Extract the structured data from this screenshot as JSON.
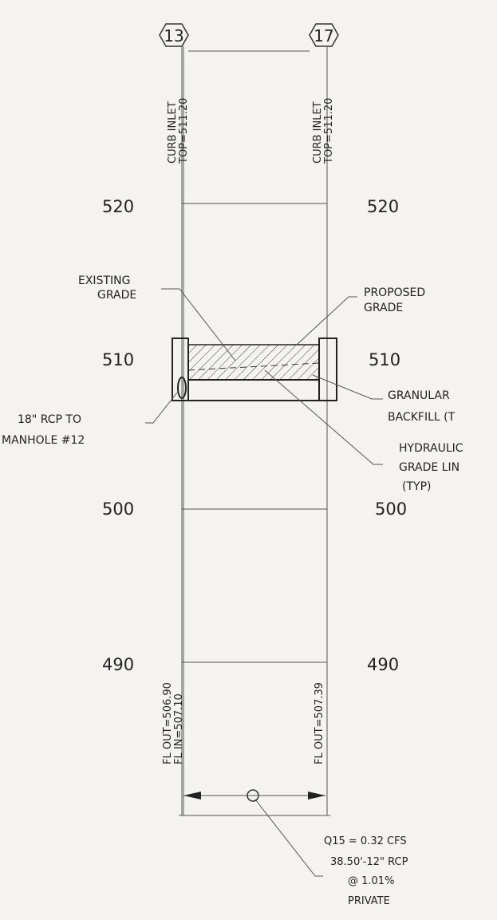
{
  "structures": [
    {
      "id": "13",
      "type_label": "CURB INLET",
      "top_label": "TOP=511.20"
    },
    {
      "id": "17",
      "type_label": "CURB INLET",
      "top_label": "TOP=511.20"
    }
  ],
  "elevations": [
    {
      "value": "520"
    },
    {
      "value": "510"
    },
    {
      "value": "500"
    },
    {
      "value": "490"
    }
  ],
  "annotations": {
    "existing_grade": [
      "EXISTING",
      "GRADE"
    ],
    "proposed_grade": [
      "PROPOSED",
      "GRADE"
    ],
    "granular_backfill": [
      "GRANULAR",
      "BACKFILL (T"
    ],
    "hydraulic_grade_line": [
      "HYDRAULIC",
      "GRADE LIN",
      "(TYP)"
    ],
    "rcp_to_manhole": [
      "18\" RCP TO",
      "MANHOLE #12"
    ]
  },
  "flowlines": {
    "inlet13_out": "FL OUT=506.90",
    "inlet13_in": "FL IN=507.10",
    "inlet17_out": "FL OUT=507.39"
  },
  "pipe_callout": {
    "lines": [
      "Q15 = 0.32 CFS",
      "38.50'-12\" RCP",
      "@ 1.01%",
      "PRIVATE"
    ]
  }
}
